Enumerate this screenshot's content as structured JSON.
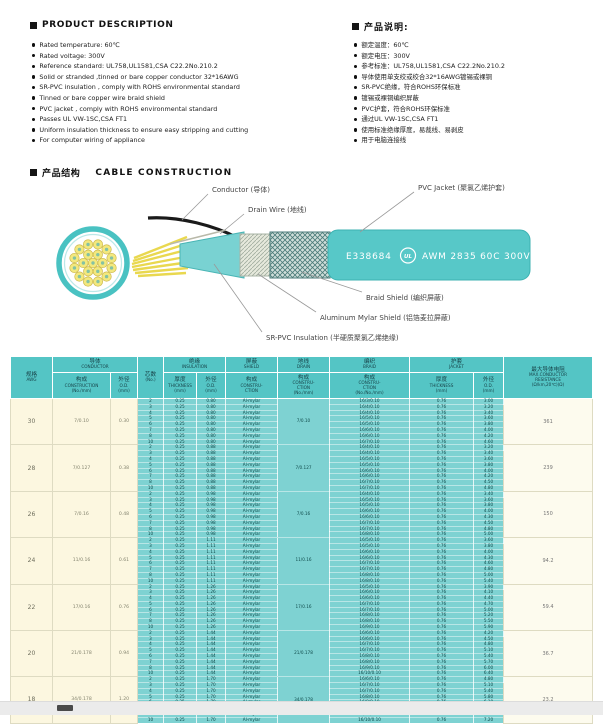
{
  "colors": {
    "teal_header": "#54c5c5",
    "teal_cell": "#7ed2d2",
    "cream": "#fcf7e0",
    "jacket_teal": "#57c8c8",
    "strand_yellow": "#f3e87e"
  },
  "product_description": {
    "title": "PRODUCT DESCRIPTION",
    "items": [
      "Rated temperature: 60℃",
      "Rated voltage: 300V",
      "Reference standard: UL758,UL1581,CSA C22.2No.210.2",
      "Solid or stranded ,tinned or bare copper conductor 32*16AWG",
      "SR-PVC insulation , comply with ROHS environmental standard",
      "Tinned or bare copper wire braid shield",
      "PVC jacket , comply with ROHS environmental standard",
      "Passes UL VW-1SC,CSA FT1",
      "Uniform insulation thickness to ensure easy stripping and cutting",
      "For computer wiring of appliance"
    ]
  },
  "product_notes": {
    "title": "产品说明:",
    "items": [
      "额定温度：60℃",
      "额定电压：300V",
      "参考标准：UL758,UL1581,CSA C22.2No.210.2",
      "导体使用单支绞或绞合32*16AWG镀锡或裸铜",
      "SR-PVC绝缘，符合ROHS环保标准",
      "镀锡或裸铜编织屏蔽",
      "PVC护套，符合ROHS环保标准",
      "通过UL VW-1SC,CSA FT1",
      "使用标准绝缘厚度，易裁线、易剥皮",
      "用于电脑连接线"
    ]
  },
  "construction": {
    "title_cn": "产品结构",
    "title_en": "CABLE CONSTRUCTION",
    "callouts": {
      "conductor": "Conductor (导体)",
      "drain_wire": "Drain Wire (地线)",
      "pvc_jacket": "PVC Jacket (聚氯乙烯护套)",
      "braid_shield": "Braid Shield (编织屏蔽)",
      "mylar_shield": "Aluminum Mylar Shield (铝箔麦拉屏蔽)",
      "insulation": "SR-PVC Insulation (半硬质聚氯乙烯绝缘)"
    },
    "jacket_print": {
      "cert": "E338684",
      "ul": "UL",
      "spec": "AWM 2835 60C 300V"
    }
  },
  "table": {
    "groups": {
      "conductor": [
        "导体",
        "CONDUCTOR"
      ],
      "insulation": [
        "绝缘",
        "INSULATION"
      ],
      "shield": [
        "屏蔽",
        "SHIELD"
      ],
      "drain": [
        "地线",
        "DRAIN"
      ],
      "braid": [
        "编织",
        "BRAID"
      ],
      "jacket": [
        "护套",
        "JACKET"
      ]
    },
    "columns": {
      "awg": [
        "规格",
        "AWG"
      ],
      "cores": [
        "芯数",
        "(No.)"
      ],
      "construction": [
        "构成",
        "CONSTRUCTION",
        "(No./mm)"
      ],
      "od": [
        "外径",
        "O.D.",
        "(mm)"
      ],
      "thickness": [
        "厚度",
        "THICKNESS",
        "(mm)"
      ],
      "shield_construction": [
        "构成",
        "CONSTRU-",
        "CTION"
      ],
      "drain_construction": [
        "构成",
        "CONSTRU-",
        "CTION",
        "(No./mm)"
      ],
      "braid_construction": [
        "构成",
        "CONSTRU-",
        "CTION",
        "(No./No./mm)"
      ],
      "resistance": [
        "最大导体电阻",
        "MAX.CONDUCTOR",
        "RESISTANCE",
        "(Ω/km,20℃)(Ω)"
      ]
    },
    "rows": [
      {
        "awg": "30",
        "construction": "7/0.10",
        "od": "0.30",
        "drain": "7/0.10",
        "resistance": "361",
        "ins_thickness": "0.25",
        "ins_od": "0.80",
        "shield": "Al-mylar",
        "jacket_thickness": "0.76",
        "cores": [
          "2",
          "3",
          "4",
          "5",
          "6",
          "7",
          "8",
          "10"
        ],
        "braid": [
          "16/3/0.10",
          "16/4/0.10",
          "16/4/0.10",
          "16/5/0.10",
          "16/5/0.10",
          "16/6/0.10",
          "16/6/0.10",
          "16/7/0.10"
        ],
        "jacket_od": [
          "3.00",
          "3.20",
          "3.40",
          "3.60",
          "3.80",
          "4.00",
          "4.20",
          "4.60"
        ]
      },
      {
        "awg": "28",
        "construction": "7/0.127",
        "od": "0.38",
        "drain": "7/0.127",
        "resistance": "239",
        "ins_thickness": "0.25",
        "ins_od": "0.88",
        "shield": "Al-mylar",
        "jacket_thickness": "0.76",
        "cores": [
          "2",
          "3",
          "4",
          "5",
          "6",
          "7",
          "8",
          "10"
        ],
        "braid": [
          "16/4/0.10",
          "16/4/0.10",
          "16/5/0.10",
          "16/5/0.10",
          "16/6/0.10",
          "16/6/0.10",
          "16/7/0.10",
          "16/7/0.10"
        ],
        "jacket_od": [
          "3.20",
          "3.40",
          "3.60",
          "3.80",
          "4.00",
          "4.20",
          "4.50",
          "4.80"
        ]
      },
      {
        "awg": "26",
        "construction": "7/0.16",
        "od": "0.48",
        "drain": "7/0.16",
        "resistance": "150",
        "ins_thickness": "0.25",
        "ins_od": "0.98",
        "shield": "Al-mylar",
        "jacket_thickness": "0.76",
        "cores": [
          "2",
          "3",
          "4",
          "5",
          "6",
          "7",
          "8",
          "10"
        ],
        "braid": [
          "16/4/0.10",
          "16/5/0.10",
          "16/5/0.10",
          "16/6/0.10",
          "16/6/0.10",
          "16/7/0.10",
          "16/7/0.10",
          "16/8/0.10"
        ],
        "jacket_od": [
          "3.40",
          "3.60",
          "3.80",
          "4.00",
          "4.30",
          "4.50",
          "4.80",
          "5.00"
        ]
      },
      {
        "awg": "24",
        "construction": "11/0.16",
        "od": "0.61",
        "drain": "11/0.16",
        "resistance": "94.2",
        "ins_thickness": "0.25",
        "ins_od": "1.11",
        "shield": "Al-mylar",
        "jacket_thickness": "0.76",
        "cores": [
          "2",
          "3",
          "4",
          "5",
          "6",
          "7",
          "8",
          "10"
        ],
        "braid": [
          "16/5/0.10",
          "16/5/0.10",
          "16/6/0.10",
          "16/6/0.10",
          "16/7/0.10",
          "16/7/0.10",
          "16/8/0.10",
          "16/8/0.10"
        ],
        "jacket_od": [
          "3.60",
          "3.80",
          "4.00",
          "4.30",
          "4.60",
          "4.80",
          "5.00",
          "5.40"
        ]
      },
      {
        "awg": "22",
        "construction": "17/0.16",
        "od": "0.76",
        "drain": "17/0.16",
        "resistance": "59.4",
        "ins_thickness": "0.25",
        "ins_od": "1.26",
        "shield": "Al-mylar",
        "jacket_thickness": "0.76",
        "cores": [
          "2",
          "3",
          "4",
          "5",
          "6",
          "7",
          "8",
          "10"
        ],
        "braid": [
          "16/5/0.10",
          "16/6/0.10",
          "16/6/0.10",
          "16/7/0.10",
          "16/7/0.10",
          "16/8/0.10",
          "16/8/0.10",
          "16/9/0.10"
        ],
        "jacket_od": [
          "3.90",
          "4.10",
          "4.40",
          "4.70",
          "5.00",
          "5.20",
          "5.50",
          "5.90"
        ]
      },
      {
        "awg": "20",
        "construction": "21/0.178",
        "od": "0.94",
        "drain": "21/0.178",
        "resistance": "36.7",
        "ins_thickness": "0.25",
        "ins_od": "1.44",
        "shield": "Al-mylar",
        "jacket_thickness": "0.76",
        "cores": [
          "2",
          "3",
          "4",
          "5",
          "6",
          "7",
          "8",
          "10"
        ],
        "braid": [
          "16/6/0.10",
          "16/6/0.10",
          "16/7/0.10",
          "16/7/0.10",
          "16/8/0.10",
          "16/8/0.10",
          "16/9/0.10",
          "16/10/0.10"
        ],
        "jacket_od": [
          "4.20",
          "4.50",
          "4.80",
          "5.10",
          "5.40",
          "5.70",
          "6.00",
          "6.40"
        ]
      },
      {
        "awg": "18",
        "construction": "34/0.178",
        "od": "1.20",
        "drain": "34/0.178",
        "resistance": "23.2",
        "ins_thickness": "0.25",
        "ins_od": "1.70",
        "shield": "Al-mylar",
        "jacket_thickness": "0.76",
        "cores": [
          "2",
          "3",
          "4",
          "5",
          "6",
          "7",
          "8",
          "10"
        ],
        "braid": [
          "16/6/0.10",
          "16/7/0.10",
          "16/7/0.10",
          "16/8/0.10",
          "16/8/0.10",
          "16/9/0.10",
          "16/10/0.10",
          "16/10/0.10"
        ],
        "jacket_od": [
          "4.80",
          "5.10",
          "5.40",
          "5.80",
          "6.10",
          "6.40",
          "6.70",
          "7.20"
        ]
      }
    ]
  }
}
